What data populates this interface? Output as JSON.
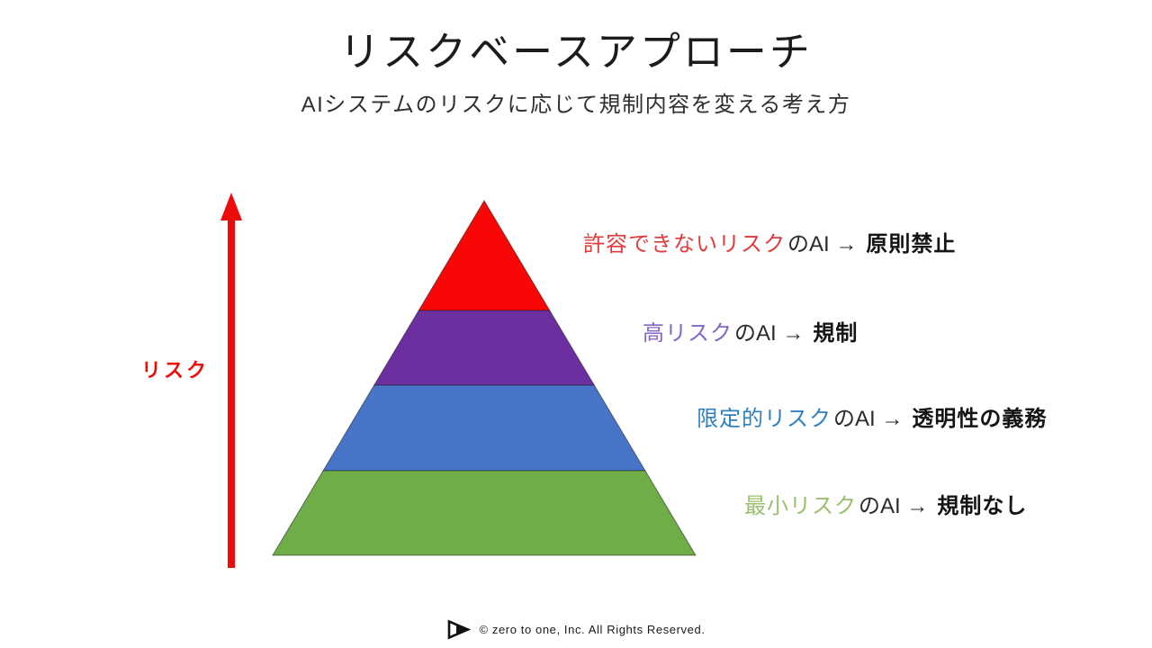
{
  "title": "リスクベースアプローチ",
  "subtitle": "AIシステムのリスクに応じて規制内容を変える考え方",
  "risk_axis": {
    "label": "リスク",
    "color": "#ec0c0c"
  },
  "pyramid": {
    "layers": [
      {
        "id": "unacceptable-risk",
        "color": "#fb0606"
      },
      {
        "id": "high-risk",
        "color": "#6b2fa0"
      },
      {
        "id": "limited-risk",
        "color": "#4874c8"
      },
      {
        "id": "minimal-risk",
        "color": "#6fad49"
      }
    ]
  },
  "labels": [
    {
      "risk_text": "許容できないリスク",
      "risk_color": "#e03c3c",
      "connector": "のAI →",
      "regulation": "原則禁止"
    },
    {
      "risk_text": "高リスク",
      "risk_color": "#8468c4",
      "connector": "のAI →",
      "regulation": "規制"
    },
    {
      "risk_text": "限定的リスク",
      "risk_color": "#2e80c0",
      "connector": "のAI →",
      "regulation": "透明性の義務"
    },
    {
      "risk_text": "最小リスク",
      "risk_color": "#98c06e",
      "connector": "のAI →",
      "regulation": "規制なし"
    }
  ],
  "footer": {
    "logo_icon": "play-triangle",
    "copyright": "©  zero to one, Inc. All Rights Reserved."
  }
}
